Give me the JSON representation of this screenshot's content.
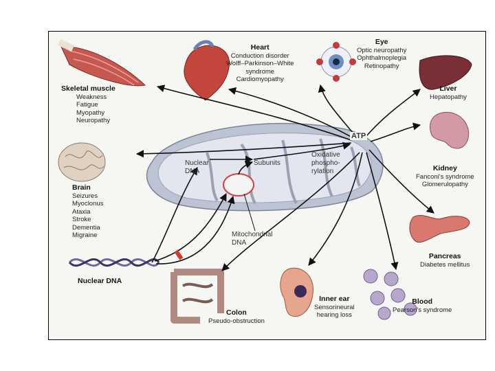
{
  "organs": {
    "skeletal_muscle": {
      "title": "Skeletal muscle",
      "items": [
        "Weakness",
        "Fatigue",
        "Myopathy",
        "Neuropathy"
      ]
    },
    "heart": {
      "title": "Heart",
      "items": [
        "Conduction disorder",
        "Wolff–Parkinson–White",
        "syndrome",
        "Cardiomyopathy"
      ]
    },
    "eye": {
      "title": "Eye",
      "items": [
        "Optic neuropathy",
        "Ophthalmoplegia",
        "Retinopathy"
      ]
    },
    "liver": {
      "title": "Liver",
      "items": [
        "Hepatopathy"
      ]
    },
    "brain": {
      "title": "Brain",
      "items": [
        "Seizures",
        "Myoclonus",
        "Ataxia",
        "Stroke",
        "Dementia",
        "Migraine"
      ]
    },
    "kidney": {
      "title": "Kidney",
      "items": [
        "Fanconi's syndrome",
        "Glomerulopathy"
      ]
    },
    "pancreas": {
      "title": "Pancreas",
      "items": [
        "Diabetes mellitus"
      ]
    },
    "colon": {
      "title": "Colon",
      "items": [
        "Pseudo-obstruction"
      ]
    },
    "inner_ear": {
      "title": "Inner ear",
      "items": [
        "Sensorineural",
        "hearing loss"
      ]
    },
    "blood": {
      "title": "Blood",
      "items": [
        "Pearson's syndrome"
      ]
    },
    "nuclear_dna": {
      "title": "Nuclear DNA"
    }
  },
  "mito": {
    "atp": "ATP",
    "nuclear_dna": [
      "Nuclear",
      "DNA"
    ],
    "subunits": "Subunits",
    "oxphos": [
      "Oxidative",
      "phospho-",
      "rylation"
    ],
    "mito_dna": [
      "Mitochondrial",
      "DNA"
    ]
  },
  "colors": {
    "mito_fill": "#c9cedb",
    "mito_inner": "#eaecf2",
    "arrow": "#111111",
    "red_mark": "#d23a2a",
    "dna_ring": "#d04040"
  }
}
